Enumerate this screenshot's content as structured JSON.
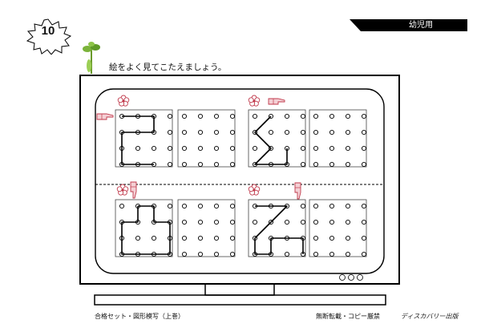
{
  "badge": {
    "number": "10"
  },
  "tag": {
    "label": "幼児用"
  },
  "instruction": "絵をよく見てこたえましょう。",
  "footer": {
    "left": "合格セット・図形模写（上巻）",
    "middle": "無断転載・コピー厳禁",
    "right": "ディスカバリー出版"
  },
  "colors": {
    "accent": "#000000",
    "icon": "#c0394b",
    "plant": "#6a9a2a"
  },
  "problems": [
    {
      "id": "top-left",
      "path": [
        [
          0,
          0
        ],
        [
          1,
          0
        ],
        [
          2,
          0
        ],
        [
          2,
          1
        ],
        [
          0,
          1
        ],
        [
          0,
          2
        ],
        [
          0,
          3
        ],
        [
          1,
          3
        ],
        [
          2,
          3
        ]
      ]
    },
    {
      "id": "top-right",
      "path": [
        [
          1,
          0
        ],
        [
          0,
          1
        ],
        [
          1,
          2
        ],
        [
          0,
          3
        ],
        [
          1,
          3
        ],
        [
          2,
          3
        ],
        [
          2,
          2
        ]
      ]
    },
    {
      "id": "bottom-left",
      "path": [
        [
          1,
          0
        ],
        [
          2,
          0
        ],
        [
          2,
          1
        ],
        [
          3,
          1
        ],
        [
          3,
          3
        ],
        [
          0,
          3
        ],
        [
          0,
          1
        ],
        [
          1,
          1
        ],
        [
          1,
          0
        ]
      ]
    },
    {
      "id": "bottom-right",
      "path": [
        [
          0,
          0
        ],
        [
          2,
          0
        ],
        [
          0,
          2
        ],
        [
          0,
          3
        ],
        [
          1,
          3
        ],
        [
          1,
          2
        ],
        [
          3,
          2
        ],
        [
          3,
          3
        ]
      ]
    }
  ]
}
